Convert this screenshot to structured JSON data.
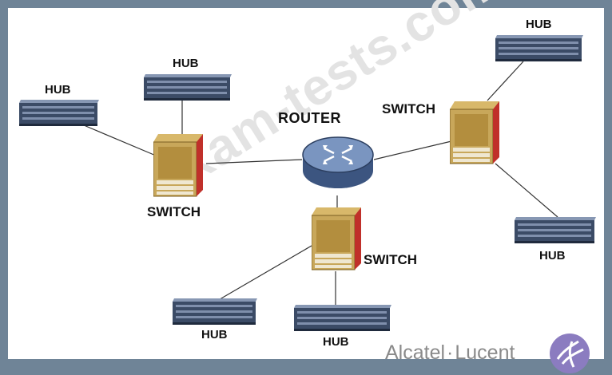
{
  "nodes": {
    "router": {
      "label": "ROUTER",
      "icon": "router-icon"
    },
    "switches": [
      {
        "id": "switch-left",
        "label": "SWITCH"
      },
      {
        "id": "switch-right",
        "label": "SWITCH"
      },
      {
        "id": "switch-bottom",
        "label": "SWITCH"
      }
    ],
    "hubs": [
      {
        "id": "hub-left-1",
        "label": "HUB"
      },
      {
        "id": "hub-left-2",
        "label": "HUB"
      },
      {
        "id": "hub-right-1",
        "label": "HUB"
      },
      {
        "id": "hub-right-2",
        "label": "HUB"
      },
      {
        "id": "hub-bottom-1",
        "label": "HUB"
      },
      {
        "id": "hub-bottom-2",
        "label": "HUB"
      }
    ]
  },
  "watermark": "exam-tests.com",
  "brand": {
    "left": "Alcatel",
    "sep": "·",
    "right": "Lucent",
    "icon": "alcatel-lucent-logo-icon"
  },
  "colors": {
    "background": "#6f8497",
    "switch_body": "#c8a75a",
    "switch_side": "#c0302a",
    "router_body": "#7a95c0",
    "hub_body": "#3b4b66"
  }
}
